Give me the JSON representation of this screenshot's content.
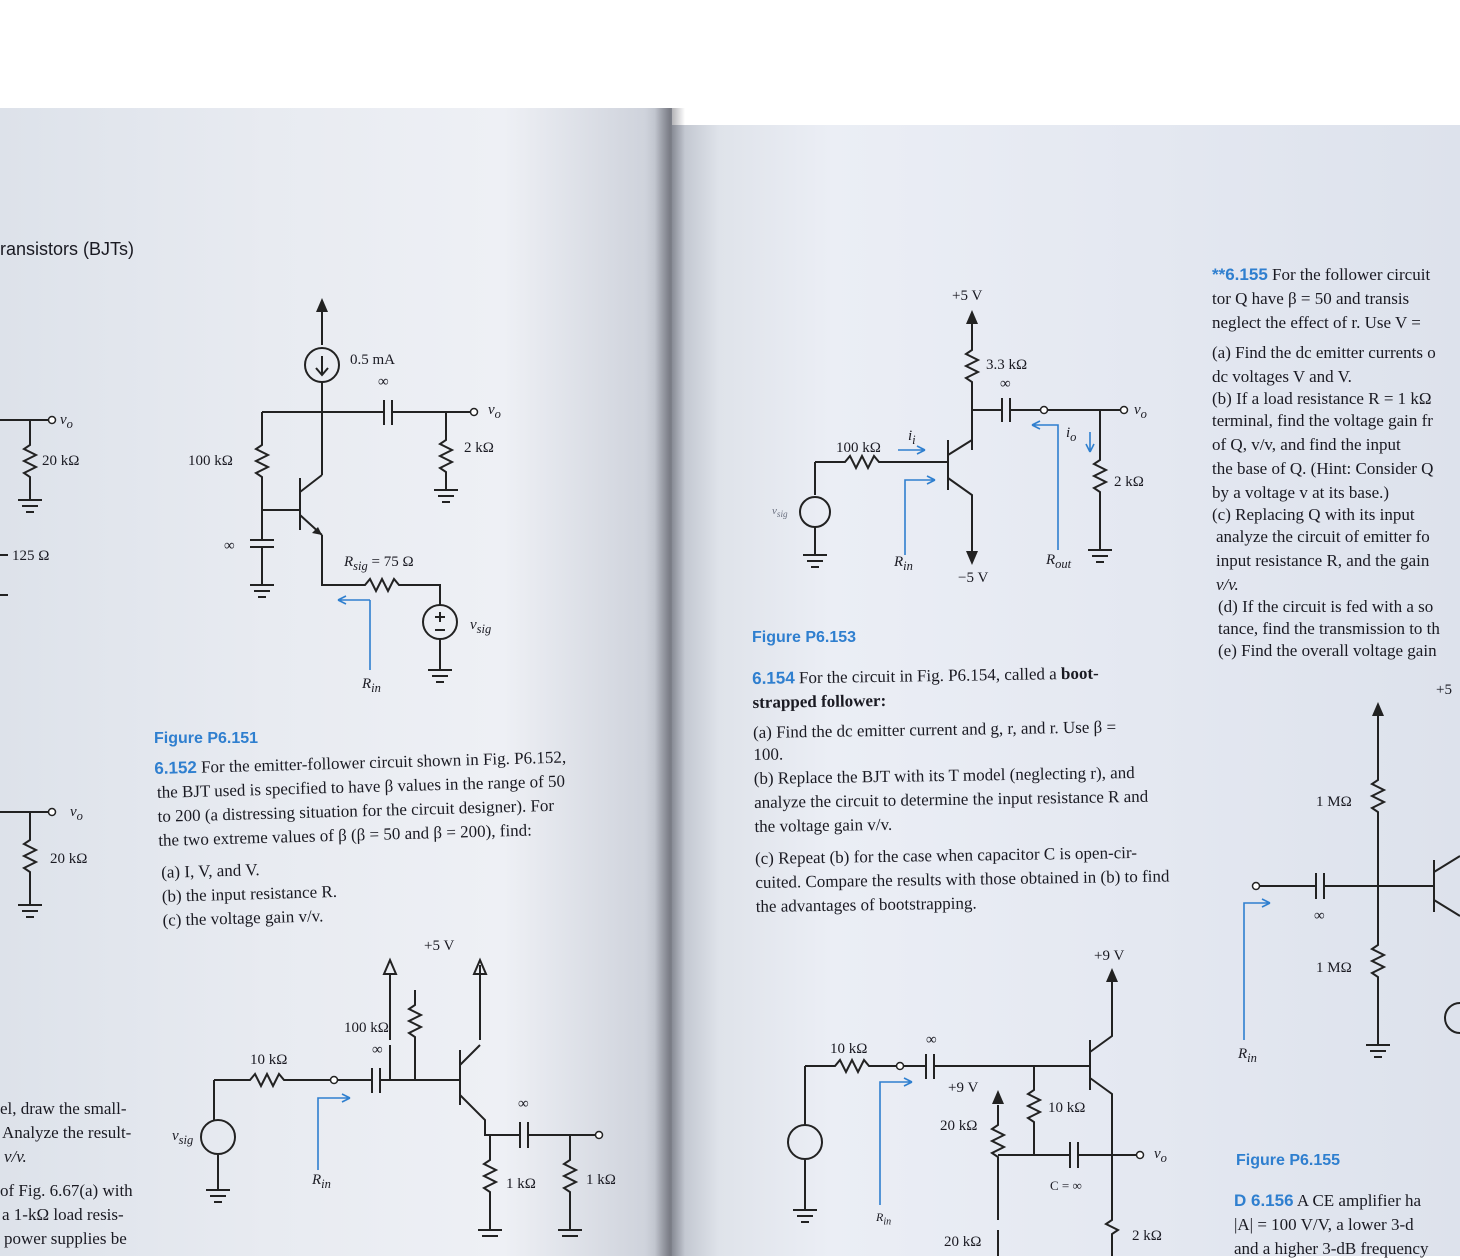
{
  "left_page": {
    "header": "ransistors (BJTs)",
    "fig_p6151": {
      "current_source": "0.5 mA",
      "cap_inf": "∞",
      "vo": "v",
      "vo_sub": "o",
      "r_emitter": "2 kΩ",
      "r_base": "100 kΩ",
      "cap_inf2": "∞",
      "rsig": "R",
      "rsig_sub": "sig",
      "rsig_val": "= 75 Ω",
      "vsig": "v",
      "vsig_sub": "sig",
      "rin": "R",
      "rin_sub": "in",
      "caption": "Figure P6.151"
    },
    "edge_fragments": {
      "r20k_top": "20 kΩ",
      "r125": "125 Ω",
      "r20k_bottom": "20 kΩ",
      "vo_top": "v",
      "vo_mid": "v"
    },
    "problem_6152": {
      "number": "6.152",
      "line1": "For the emitter-follower circuit shown in Fig. P6.152,",
      "line2": "the BJT used is specified to have β values in the range of 50",
      "line3": "to 200 (a distressing situation for the circuit designer). For",
      "line4": "the two extreme values of β (β = 50 and β = 200), find:",
      "part_a": "(a) I, V, and V.",
      "part_b": "(b) the input resistance R.",
      "part_c": "(c) the voltage gain v/v."
    },
    "fig_p6152": {
      "supply": "+5 V",
      "r_bias": "100 kΩ",
      "r_sig": "10 kΩ",
      "cap1": "∞",
      "cap2": "∞",
      "vsig": "v",
      "vsig_sub": "sig",
      "rin": "R",
      "rin_sub": "in",
      "r_e": "1 kΩ",
      "r_l": "1 kΩ"
    },
    "left_fragments": {
      "l1": "el, draw the small-",
      "l2": "Analyze the result-",
      "l3": "v/v.",
      "l4": "of Fig. 6.67(a) with",
      "l5": "a 1-kΩ load resis-",
      "l6": "power supplies be"
    }
  },
  "right_page": {
    "fig_p6153": {
      "supply_pos": "+5 V",
      "r_c": "3.3 kΩ",
      "cap": "∞",
      "vo": "v",
      "io": "i",
      "ii": "i",
      "r_sig": "100 kΩ",
      "vsig": "v",
      "r_l": "2 kΩ",
      "rin": "R",
      "rout": "R",
      "supply_neg": "−5 V",
      "caption": "Figure P6.153"
    },
    "problem_6154": {
      "number": "6.154",
      "intro": "For the circuit in Fig. P6.154, called a",
      "bold_term": "boot-",
      "bold_term2": "strapped follower:",
      "a1": "(a) Find the dc emitter current and g, r, and r. Use β =",
      "a2": "100.",
      "b1": "(b) Replace the BJT with its T model (neglecting r), and",
      "b2": "analyze the circuit to determine the input resistance R and",
      "b3": "the voltage gain v/v.",
      "c1": "(c) Repeat (b) for the case when capacitor C is open-cir-",
      "c2": "cuited. Compare the results with those obtained in (b) to find",
      "c3": "the advantages of bootstrapping."
    },
    "fig_p6154": {
      "supply": "+9 V",
      "supply2": "+9 V",
      "r_sig": "10 kΩ",
      "cap": "∞",
      "r1": "20 kΩ",
      "r2": "10 kΩ",
      "r3": "20 kΩ",
      "r_e": "2 kΩ",
      "cb": "C = ∞",
      "vo": "v",
      "rin": "R"
    },
    "problem_6155": {
      "number": "**6.155",
      "l1": "For the follower circuit",
      "l2": "tor Q have β = 50 and transis",
      "l3": "neglect the effect of r. Use V =",
      "a1": "(a) Find the dc emitter currents o",
      "a2": "dc voltages V and V.",
      "b1": "(b) If a load resistance R = 1 kΩ",
      "b2": "terminal, find the voltage gain fr",
      "b3": "of Q, v/v, and find the input",
      "b4": "the base of Q. (Hint: Consider Q",
      "b5": "by a voltage v at its base.)",
      "c1": "(c) Replacing Q with its input",
      "c2": "analyze the circuit of emitter fo",
      "c3": "input resistance R, and the gain",
      "c4": "v/v.",
      "d1": "(d) If the circuit is fed with a so",
      "d2": "tance, find the transmission to th",
      "e1": "(e) Find the overall voltage gain"
    },
    "fig_p6155": {
      "supply": "+5",
      "r1": "1 MΩ",
      "r2": "1 MΩ",
      "cap": "∞",
      "rin": "R",
      "caption": "Figure P6.155"
    },
    "problem_6156": {
      "number": "D 6.156",
      "l1": "A CE amplifier ha",
      "l2": "|A| = 100 V/V, a lower 3-d",
      "l3": "and a higher 3-dB frequency"
    }
  }
}
